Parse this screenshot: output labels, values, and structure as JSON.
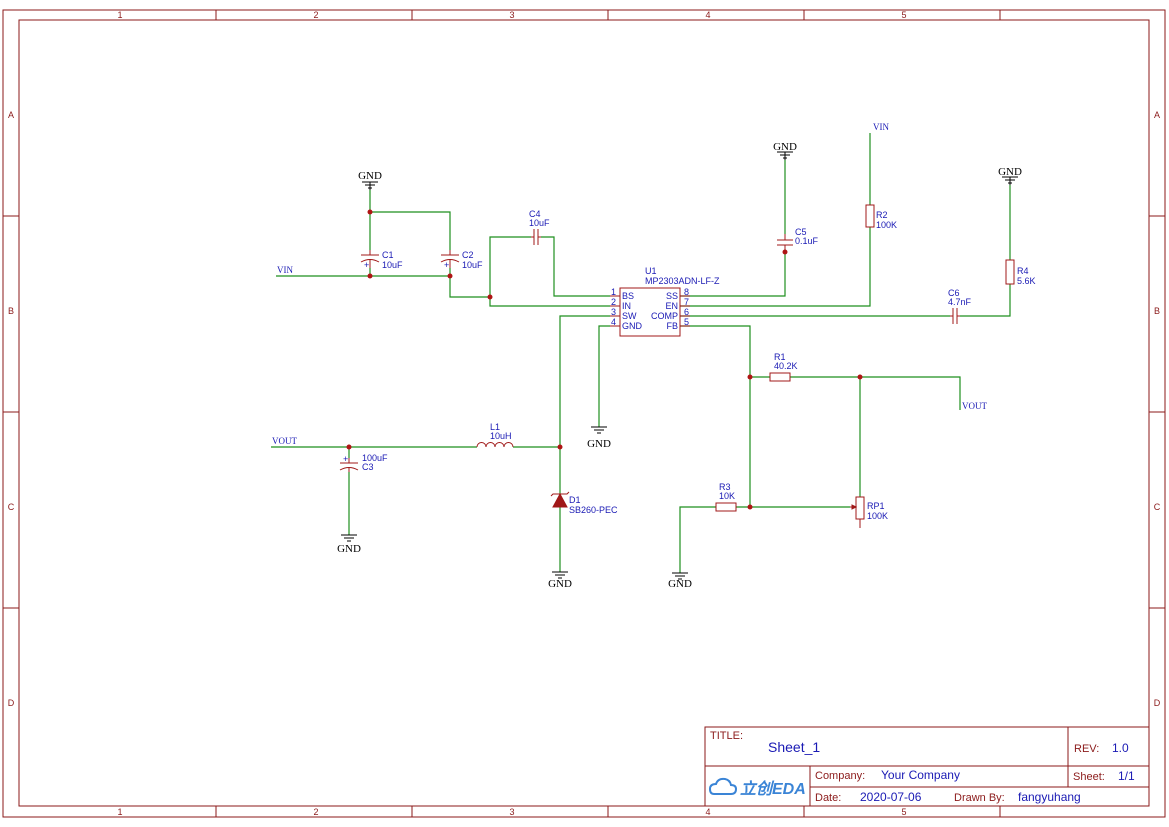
{
  "sheet": {
    "columns": [
      "1",
      "2",
      "3",
      "4",
      "5"
    ],
    "rows": [
      "A",
      "B",
      "C",
      "D"
    ]
  },
  "title_block": {
    "title_key": "TITLE:",
    "title": "Sheet_1",
    "rev_key": "REV:",
    "rev": "1.0",
    "company_key": "Company:",
    "company": "Your Company",
    "sheet_key": "Sheet:",
    "sheet": "1/1",
    "date_key": "Date:",
    "date": "2020-07-06",
    "drawn_key": "Drawn By:",
    "drawn_by": "fangyuhang",
    "logo": "立创EDA"
  },
  "nets": {
    "gnd": "GND",
    "vin": "VIN",
    "vout": "VOUT"
  },
  "components": {
    "c1": {
      "ref": "C1",
      "value": "10uF"
    },
    "c2": {
      "ref": "C2",
      "value": "10uF"
    },
    "c3": {
      "ref": "C3",
      "value": "100uF"
    },
    "c4": {
      "ref": "C4",
      "value": "10uF"
    },
    "c5": {
      "ref": "C5",
      "value": "0.1uF"
    },
    "c6": {
      "ref": "C6",
      "value": "4.7nF"
    },
    "r1": {
      "ref": "R1",
      "value": "40.2K"
    },
    "r2": {
      "ref": "R2",
      "value": "100K"
    },
    "r3": {
      "ref": "R3",
      "value": "10K"
    },
    "r4": {
      "ref": "R4",
      "value": "5.6K"
    },
    "rp1": {
      "ref": "RP1",
      "value": "100K"
    },
    "l1": {
      "ref": "L1",
      "value": "10uH"
    },
    "d1": {
      "ref": "D1",
      "value": "SB260-PEC"
    },
    "u1": {
      "ref": "U1",
      "value": "MP2303ADN-LF-Z"
    }
  },
  "u1_pins": {
    "p1": {
      "num": "1",
      "name": "BS"
    },
    "p2": {
      "num": "2",
      "name": "IN"
    },
    "p3": {
      "num": "3",
      "name": "SW"
    },
    "p4": {
      "num": "4",
      "name": "GND"
    },
    "p5": {
      "num": "5",
      "name": "FB"
    },
    "p6": {
      "num": "6",
      "name": "COMP"
    },
    "p7": {
      "num": "7",
      "name": "EN"
    },
    "p8": {
      "num": "8",
      "name": "SS"
    }
  },
  "polarity_mark": "+",
  "colors": {
    "frame": "#8b1a1a",
    "wire": "#1f8f1f",
    "part": "#a01818",
    "text": "#1a1ab4"
  }
}
